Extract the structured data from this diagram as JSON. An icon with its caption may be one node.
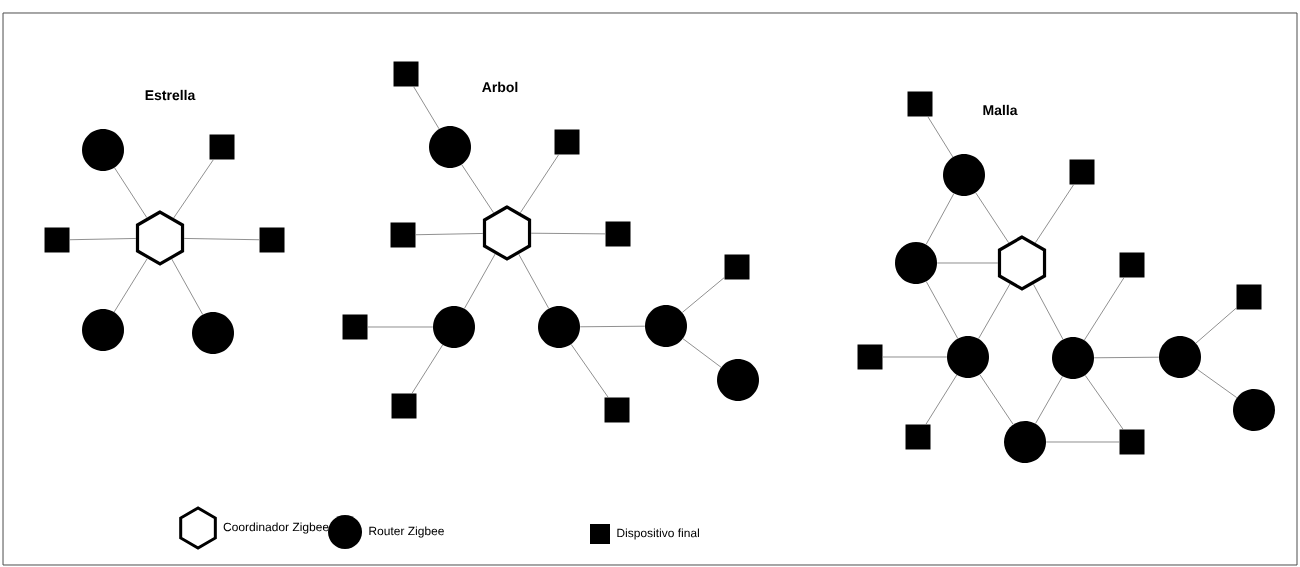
{
  "diagram": {
    "nodes": [
      {
        "text": [],
        "shape": "hexagon"
      },
      {
        "text": [],
        "shape": "circle"
      },
      {
        "text": [],
        "shape": "square"
      },
      {
        "text": [],
        "shape": "square"
      },
      {
        "text": [],
        "shape": "square"
      },
      {
        "text": [],
        "shape": "circle"
      },
      {
        "text": [],
        "shape": "circle"
      },
      {
        "text": [],
        "shape": "square"
      },
      {
        "text": [],
        "shape": "circle"
      },
      {
        "text": [],
        "shape": "square"
      },
      {
        "text": [],
        "shape": "hexagon"
      },
      {
        "text": [],
        "shape": "square"
      },
      {
        "text": [],
        "shape": "square"
      },
      {
        "text": [],
        "shape": "square"
      },
      {
        "text": [],
        "shape": "square"
      },
      {
        "text": [],
        "shape": "circle"
      },
      {
        "text": [],
        "shape": "circle"
      },
      {
        "text": [],
        "shape": "circle"
      },
      {
        "text": [],
        "shape": "circle"
      },
      {
        "text": [],
        "shape": "square"
      },
      {
        "text": [],
        "shape": "square"
      },
      {
        "text": [],
        "shape": "square"
      },
      {
        "text": [],
        "shape": "circle"
      },
      {
        "text": [],
        "shape": "square"
      },
      {
        "text": [],
        "shape": "circle"
      },
      {
        "text": [],
        "shape": "hexagon"
      },
      {
        "text": [],
        "shape": "square"
      },
      {
        "text": [],
        "shape": "square"
      },
      {
        "text": [],
        "shape": "square"
      },
      {
        "text": [],
        "shape": "circle"
      },
      {
        "text": [],
        "shape": "circle"
      },
      {
        "text": [],
        "shape": "circle"
      },
      {
        "text": [],
        "shape": "circle"
      },
      {
        "text": [],
        "shape": "square"
      },
      {
        "text": [],
        "shape": "circle"
      },
      {
        "text": [],
        "shape": "square"
      }
    ],
    "edges": [
      {
        "from": 0,
        "to": 1,
        "arrow": "none"
      },
      {
        "from": 0,
        "to": 2,
        "arrow": "none"
      },
      {
        "from": 0,
        "to": 3,
        "arrow": "none"
      },
      {
        "from": 0,
        "to": 4,
        "arrow": "none"
      },
      {
        "from": 0,
        "to": 5,
        "arrow": "none"
      },
      {
        "from": 0,
        "to": 6,
        "arrow": "none"
      },
      {
        "from": 7,
        "to": 8,
        "arrow": "none"
      },
      {
        "from": 8,
        "to": 10,
        "arrow": "none"
      },
      {
        "from": 10,
        "to": 9,
        "arrow": "none"
      },
      {
        "from": 10,
        "to": 11,
        "arrow": "none"
      },
      {
        "from": 10,
        "to": 12,
        "arrow": "none"
      },
      {
        "from": 10,
        "to": 15,
        "arrow": "none"
      },
      {
        "from": 10,
        "to": 16,
        "arrow": "none"
      },
      {
        "from": 15,
        "to": 14,
        "arrow": "none"
      },
      {
        "from": 15,
        "to": 19,
        "arrow": "none"
      },
      {
        "from": 16,
        "to": 20,
        "arrow": "none"
      },
      {
        "from": 16,
        "to": 17,
        "arrow": "none"
      },
      {
        "from": 17,
        "to": 13,
        "arrow": "none"
      },
      {
        "from": 17,
        "to": 18,
        "arrow": "none"
      },
      {
        "from": 21,
        "to": 22,
        "arrow": "none"
      },
      {
        "from": 22,
        "to": 25,
        "arrow": "none"
      },
      {
        "from": 22,
        "to": 24,
        "arrow": "none"
      },
      {
        "from": 24,
        "to": 25,
        "arrow": "none"
      },
      {
        "from": 24,
        "to": 29,
        "arrow": "none"
      },
      {
        "from": 25,
        "to": 23,
        "arrow": "none"
      },
      {
        "from": 25,
        "to": 29,
        "arrow": "none"
      },
      {
        "from": 25,
        "to": 30,
        "arrow": "none"
      },
      {
        "from": 30,
        "to": 26,
        "arrow": "none"
      },
      {
        "from": 29,
        "to": 28,
        "arrow": "none"
      },
      {
        "from": 29,
        "to": 33,
        "arrow": "none"
      },
      {
        "from": 29,
        "to": 34,
        "arrow": "none"
      },
      {
        "from": 34,
        "to": 30,
        "arrow": "none"
      },
      {
        "from": 34,
        "to": 35,
        "arrow": "none"
      },
      {
        "from": 30,
        "to": 35,
        "arrow": "none"
      },
      {
        "from": 30,
        "to": 31,
        "arrow": "none"
      },
      {
        "from": 31,
        "to": 27,
        "arrow": "none"
      },
      {
        "from": 31,
        "to": 32,
        "arrow": "none"
      }
    ],
    "labels": [
      "Estrella",
      "Arbol",
      "Malla"
    ],
    "legend": [
      {
        "text": "Coordinador Zigbee"
      },
      {
        "text": "Router Zigbee"
      },
      {
        "text": "Dispositivo final"
      }
    ]
  }
}
